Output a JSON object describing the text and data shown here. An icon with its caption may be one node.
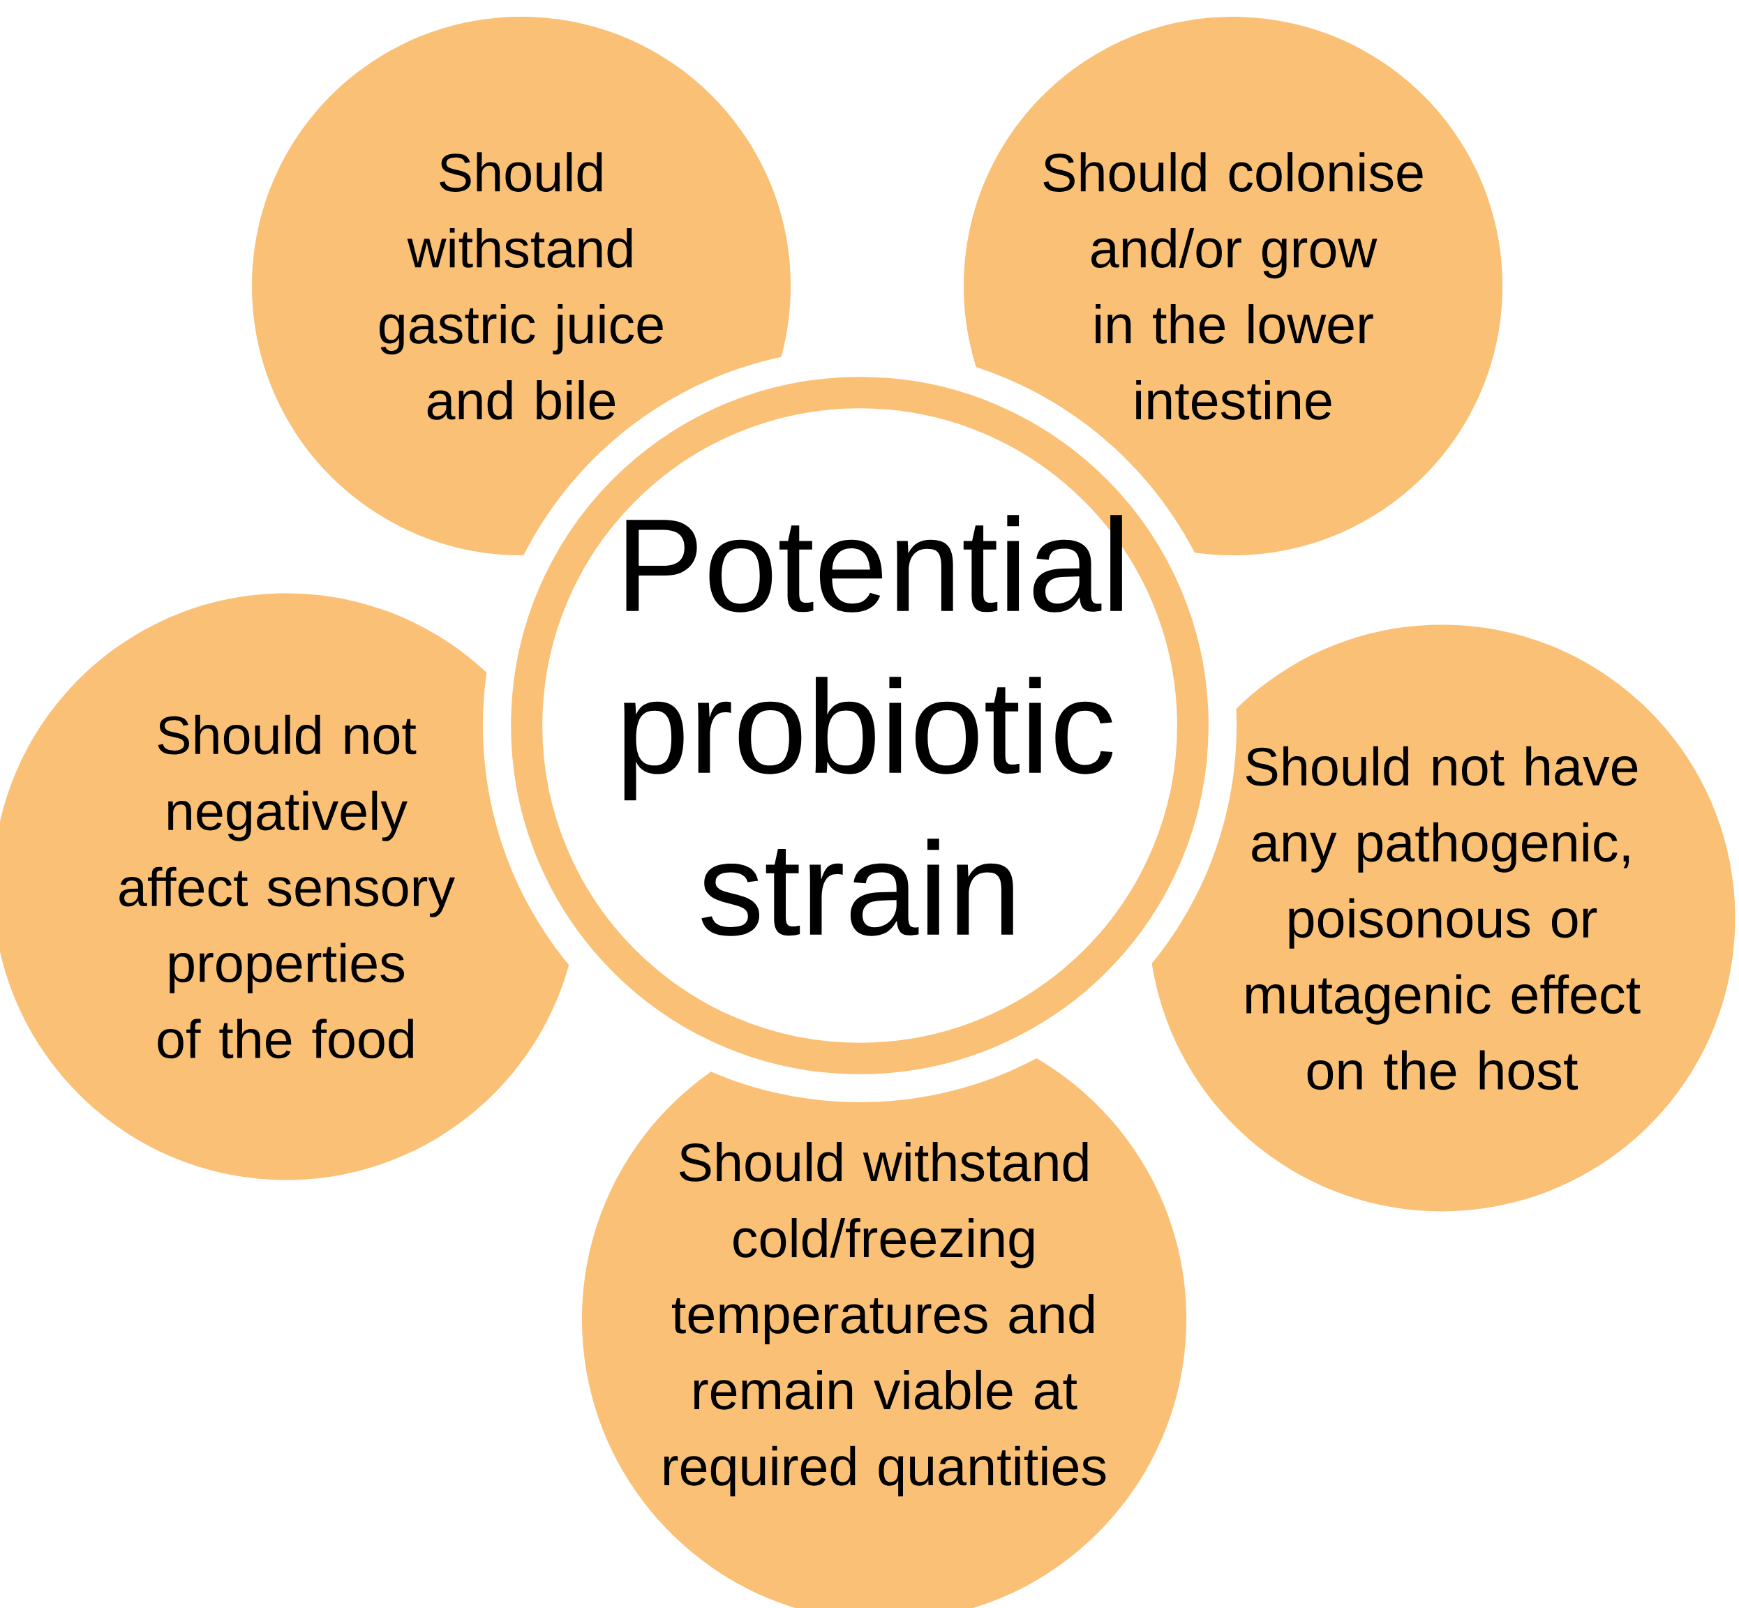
{
  "diagram": {
    "nodes": [
      {
        "text": [
          "Potential probiotic strain"
        ]
      },
      {
        "text": [
          "Should withstand gastric juice and bile"
        ]
      },
      {
        "text": [
          "Should colonise and/or grow in the lower intestine"
        ]
      },
      {
        "text": [
          "Should not negatively affect sensory properties of the food"
        ]
      },
      {
        "text": [
          "Should not have any pathogenic, poisonous or mutagenic effect on the host"
        ]
      },
      {
        "text": [
          "Should withstand cold/freezing temperatures and remain viable at required quantities"
        ]
      }
    ]
  }
}
